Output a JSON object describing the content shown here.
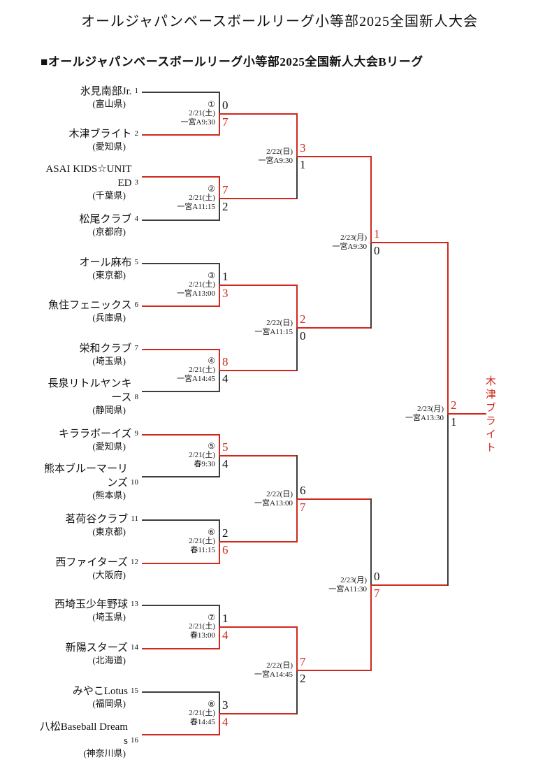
{
  "page": {
    "title": "オールジャパンベースボールリーグ小等部2025全国新人大会",
    "section_title": "■オールジャパンベースボールリーグ小等部2025全国新人大会Bリーグ"
  },
  "colors": {
    "winner_red": "#d0281e",
    "line_black": "#3d3d3d"
  },
  "champion": "木津ブライト",
  "teams": [
    {
      "seed": "1",
      "name": "氷見南部Jr.",
      "prefecture": "(富山県)"
    },
    {
      "seed": "2",
      "name": "木津ブライト",
      "prefecture": "(愛知県)"
    },
    {
      "seed": "3",
      "name": "ASAI KIDS☆UNITED",
      "prefecture": "(千葉県)"
    },
    {
      "seed": "4",
      "name": "松尾クラブ",
      "prefecture": "(京都府)"
    },
    {
      "seed": "5",
      "name": "オール麻布",
      "prefecture": "(東京都)"
    },
    {
      "seed": "6",
      "name": "魚住フェニックス",
      "prefecture": "(兵庫県)"
    },
    {
      "seed": "7",
      "name": "栄和クラブ",
      "prefecture": "(埼玉県)"
    },
    {
      "seed": "8",
      "name": "長泉リトルヤンキース",
      "prefecture": "(静岡県)"
    },
    {
      "seed": "9",
      "name": "キララボーイズ",
      "prefecture": "(愛知県)"
    },
    {
      "seed": "10",
      "name": "熊本ブルーマーリンズ",
      "prefecture": "(熊本県)"
    },
    {
      "seed": "11",
      "name": "茗荷谷クラブ",
      "prefecture": "(東京都)"
    },
    {
      "seed": "12",
      "name": "西ファイターズ",
      "prefecture": "(大阪府)"
    },
    {
      "seed": "13",
      "name": "西埼玉少年野球",
      "prefecture": "(埼玉県)"
    },
    {
      "seed": "14",
      "name": "新陽スターズ",
      "prefecture": "(北海道)"
    },
    {
      "seed": "15",
      "name": "みやこLotus",
      "prefecture": "(福岡県)"
    },
    {
      "seed": "16",
      "name": "八松Baseball Dreams",
      "prefecture": "(神奈川県)"
    }
  ],
  "rounds": {
    "round1": [
      {
        "no": "①",
        "date": "2/21(土)",
        "venue_time": "一宮A9:30",
        "top_score": "0",
        "bottom_score": "7",
        "winner": "bottom"
      },
      {
        "no": "②",
        "date": "2/21(土)",
        "venue_time": "一宮A11:15",
        "top_score": "7",
        "bottom_score": "2",
        "winner": "top"
      },
      {
        "no": "③",
        "date": "2/21(土)",
        "venue_time": "一宮A13:00",
        "top_score": "1",
        "bottom_score": "3",
        "winner": "bottom"
      },
      {
        "no": "④",
        "date": "2/21(土)",
        "venue_time": "一宮A14:45",
        "top_score": "8",
        "bottom_score": "4",
        "winner": "top"
      },
      {
        "no": "⑤",
        "date": "2/21(土)",
        "venue_time": "春9:30",
        "top_score": "5",
        "bottom_score": "4",
        "winner": "top"
      },
      {
        "no": "⑥",
        "date": "2/21(土)",
        "venue_time": "春11:15",
        "top_score": "2",
        "bottom_score": "6",
        "winner": "bottom"
      },
      {
        "no": "⑦",
        "date": "2/21(土)",
        "venue_time": "春13:00",
        "top_score": "1",
        "bottom_score": "4",
        "winner": "bottom"
      },
      {
        "no": "⑧",
        "date": "2/21(土)",
        "venue_time": "春14:45",
        "top_score": "3",
        "bottom_score": "4",
        "winner": "bottom"
      }
    ],
    "quarterfinals": [
      {
        "date": "2/22(日)",
        "venue_time": "一宮A9:30",
        "top_score": "3",
        "bottom_score": "1",
        "winner": "top"
      },
      {
        "date": "2/22(日)",
        "venue_time": "一宮A11:15",
        "top_score": "2",
        "bottom_score": "0",
        "winner": "top"
      },
      {
        "date": "2/22(日)",
        "venue_time": "一宮A13:00",
        "top_score": "6",
        "bottom_score": "7",
        "winner": "bottom"
      },
      {
        "date": "2/22(日)",
        "venue_time": "一宮A14:45",
        "top_score": "7",
        "bottom_score": "2",
        "winner": "top"
      }
    ],
    "semifinals": [
      {
        "date": "2/23(月)",
        "venue_time": "一宮A9:30",
        "top_score": "1",
        "bottom_score": "0",
        "winner": "top"
      },
      {
        "date": "2/23(月)",
        "venue_time": "一宮A11:30",
        "top_score": "0",
        "bottom_score": "7",
        "winner": "bottom"
      }
    ],
    "final": {
      "date": "2/23(月)",
      "venue_time": "一宮A13:30",
      "top_score": "2",
      "bottom_score": "1",
      "winner": "top"
    }
  }
}
